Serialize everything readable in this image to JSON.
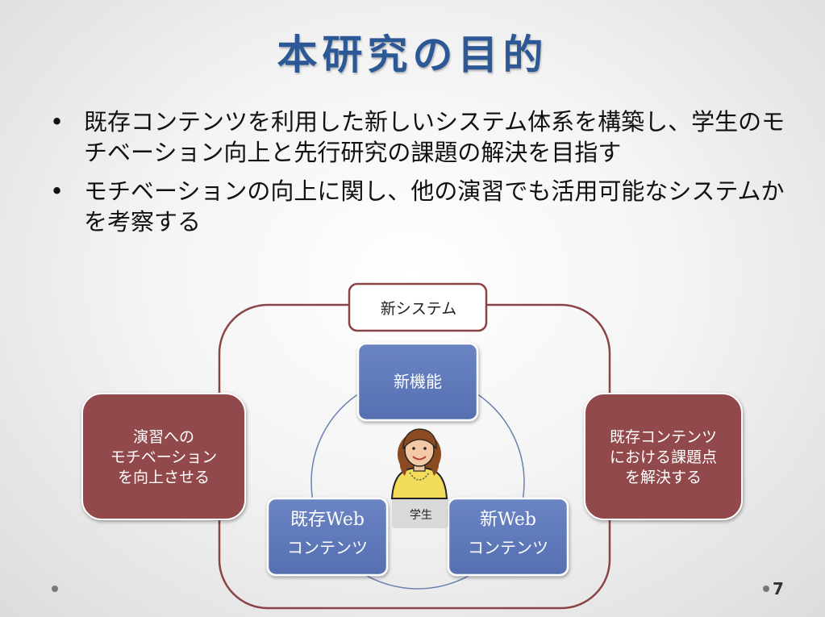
{
  "slide": {
    "title": "本研究の目的",
    "page_number": "7"
  },
  "bullets": [
    {
      "text": "既存コンテンツを利用した新しいシステム体系を構築し、学生のモチベーション向上と先行研究の課題の解決を目指す"
    },
    {
      "text": "モチベーションの向上に関し、他の演習でも活用可能なシステムかを考察する"
    }
  ],
  "diagram": {
    "system_label": "新システム",
    "center_top": "新機能",
    "bottom_left": {
      "line1": "既存Web",
      "line2": "コンテンツ"
    },
    "bottom_right": {
      "line1": "新Web",
      "line2": "コンテンツ"
    },
    "student_label": "学生",
    "left_box": {
      "line1": "演習への",
      "line2": "モチベーション",
      "line3": "を向上させる"
    },
    "right_box": {
      "line1": "既存コンテンツ",
      "line2": "における課題点",
      "line3": "を解決する"
    }
  },
  "colors": {
    "title": "#2c5896",
    "blue_box": "#6079b8",
    "red_box": "#924a4c",
    "frame": "#8a4446"
  }
}
